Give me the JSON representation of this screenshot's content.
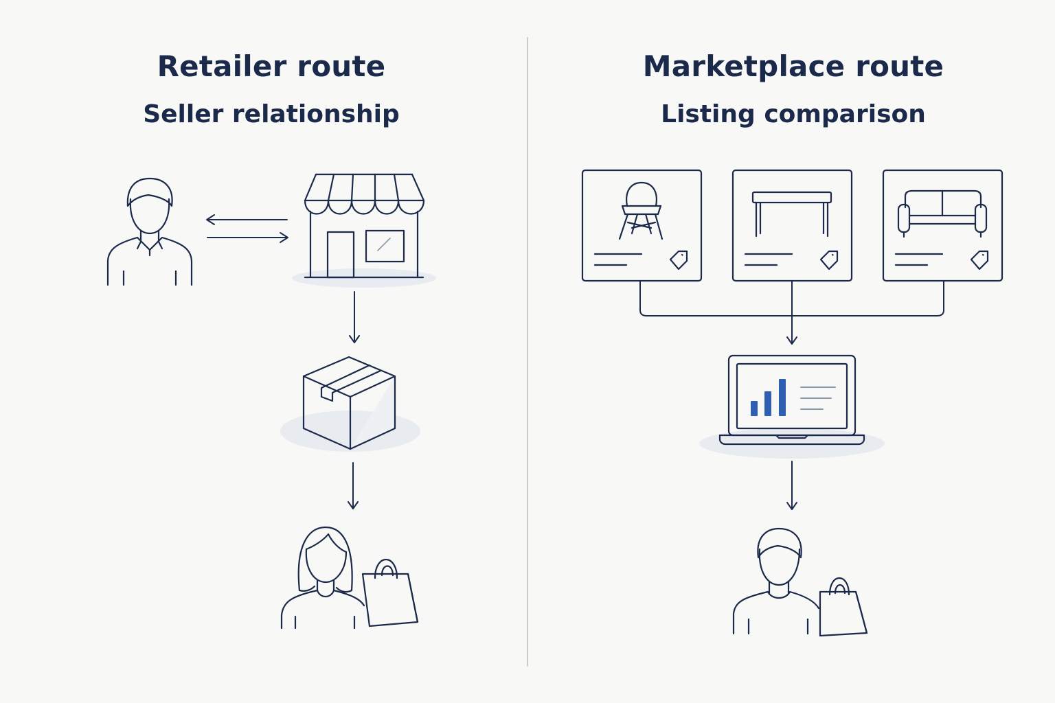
{
  "left_panel": {
    "title": "Retailer route",
    "subtitle": "Seller relationship",
    "flow": [
      "buyer-icon",
      "storefront-icon",
      "package-icon",
      "shopper-icon"
    ]
  },
  "right_panel": {
    "title": "Marketplace route",
    "subtitle": "Listing comparison",
    "listings": [
      "chair-icon",
      "table-icon",
      "sofa-icon"
    ],
    "flow": [
      "listing-cards",
      "laptop-comparison-icon",
      "shopper-icon"
    ]
  },
  "colors": {
    "background": "#f8f8f6",
    "line": "#1b2a4a",
    "accent": "#2f5fb3",
    "divider": "#c9ccd1",
    "shadow": "#e8ebf0"
  }
}
